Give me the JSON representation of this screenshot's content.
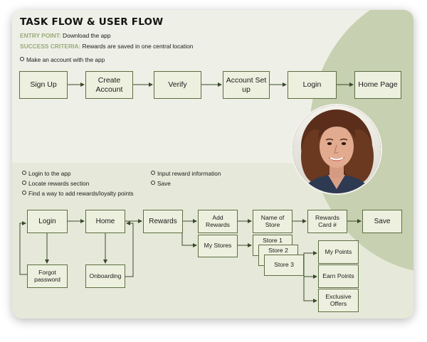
{
  "title": "TASK FLOW & USER FLOW",
  "entry": {
    "label": "ENTRY POINT:",
    "value": "Download the app"
  },
  "success": {
    "label": "SUCCESS CRITERIA:",
    "value": "Rewards are saved in one central location"
  },
  "flow1": {
    "tasks": [
      "Make an account with the app"
    ],
    "nodes": [
      "Sign Up",
      "Create Account",
      "Verify",
      "Account Set up",
      "Login",
      "Home Page"
    ]
  },
  "flow2": {
    "tasks_left": [
      "Login to the app",
      "Locate rewards section",
      "Find a way to add rewards/loyalty points"
    ],
    "tasks_right": [
      "Input reward information",
      "Save"
    ],
    "nodes": {
      "login": "Login",
      "forgot": "Forgot password",
      "home": "Home",
      "onboarding": "Onboarding",
      "rewards": "Rewards",
      "add_rewards": "Add Rewards",
      "my_stores": "My Stores",
      "name_of_store": "Name of Store",
      "rewards_card": "Rewards Card #",
      "save": "Save",
      "store1": "Store 1",
      "store2": "Store 2",
      "store3": "Store 3",
      "my_points": "My Points",
      "earn_points": "Earn Points",
      "exclusive_offers": "Exclusive Offers"
    }
  },
  "colors": {
    "accent": "#9aa97a",
    "node_border": "#5d6e42",
    "arc": "#c7d0b0"
  },
  "photo": {
    "icon": "user-portrait"
  }
}
